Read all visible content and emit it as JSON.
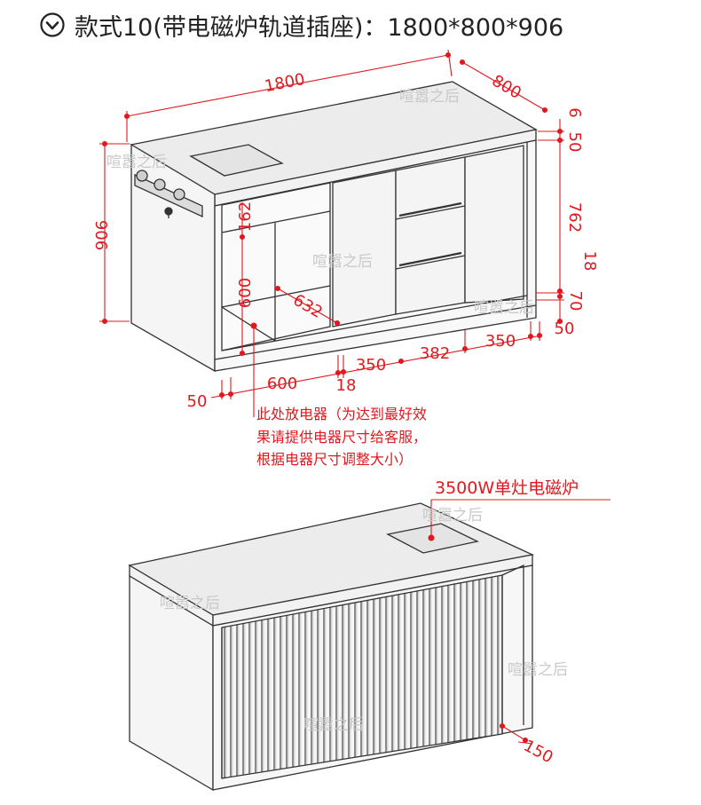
{
  "header": {
    "title": "款式10(带电磁炉轨道插座)：1800*800*906"
  },
  "dimensions": {
    "width": "1800",
    "depth": "800",
    "top_gap": "6",
    "top_thickness": "50",
    "body_height": "762",
    "base_top": "18",
    "plinth": "70",
    "plinth_bottom": "50",
    "total_height": "906",
    "shelf_top": "162",
    "shelf_height": "600",
    "shelf_diag": "632",
    "left_margin": "50",
    "bay_width": "600",
    "panel": "18",
    "door_width": "350",
    "drawer_width": "382",
    "right_door_width": "350",
    "back_depth": "150"
  },
  "notes": {
    "appliance_line1": "此处放电器（为达到最好效",
    "appliance_line2": "果请提供电器尺寸给客服，",
    "appliance_line3": "根据电器尺寸调整大小）",
    "cooktop_label": "3500W单灶电磁炉"
  },
  "watermark": "喧嚣之后",
  "colors": {
    "dimension": "#e0191e",
    "line": "#333333",
    "body_fill": "#f4f4f4",
    "top_fill": "#ebebeb"
  }
}
